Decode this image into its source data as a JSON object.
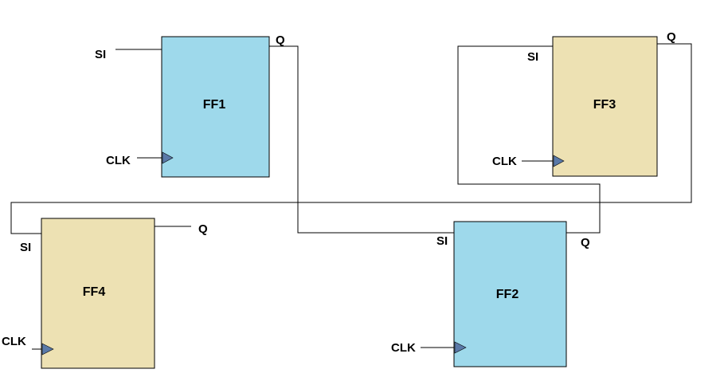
{
  "colors": {
    "blue_fill": "#9ed9eb",
    "tan_fill": "#ede1b3",
    "clock_marker": "#5a79a8",
    "line": "#000000",
    "background": "#ffffff"
  },
  "flipflops": [
    {
      "name": "FF1",
      "color": "blue_fill",
      "si": "SI",
      "q": "Q",
      "clk": "CLK"
    },
    {
      "name": "FF2",
      "color": "blue_fill",
      "si": "SI",
      "q": "Q",
      "clk": "CLK"
    },
    {
      "name": "FF3",
      "color": "tan_fill",
      "si": "SI",
      "q": "Q",
      "clk": "CLK"
    },
    {
      "name": "FF4",
      "color": "tan_fill",
      "si": "SI",
      "q": "Q",
      "clk": "CLK"
    }
  ],
  "connections": [
    {
      "from": "FF1.Q",
      "to": "FF2.SI"
    },
    {
      "from": "FF2.Q",
      "to": "FF3.SI"
    },
    {
      "from": "FF3.Q",
      "to": "FF4.SI"
    }
  ]
}
